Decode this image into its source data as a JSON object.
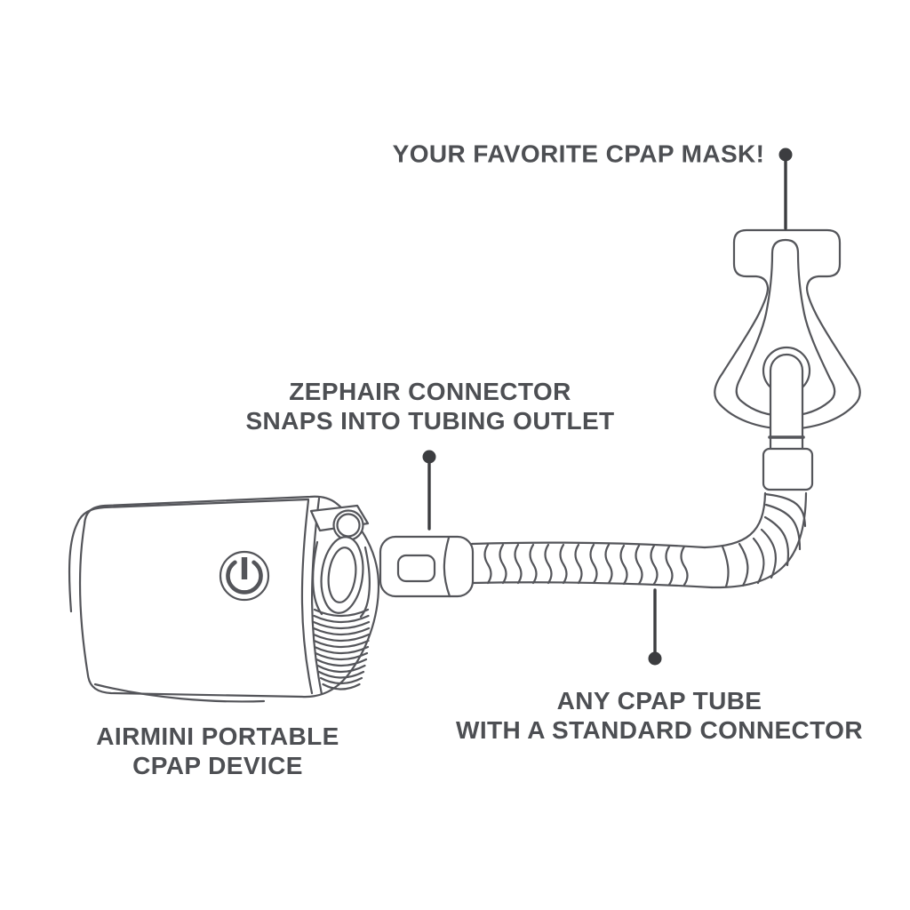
{
  "page": {
    "title": "AirMini portable CPAP setup diagram"
  },
  "colors": {
    "page_background": "#ffffff",
    "artwork_line": "#54555a",
    "label_text": "#4d4f53",
    "leader_line": "#3c3d40"
  },
  "labels": {
    "mask": {
      "text": "YOUR FAVORITE CPAP MASK!"
    },
    "connector": {
      "line1": "ZEPHAIR CONNECTOR",
      "line2": "SNAPS INTO TUBING OUTLET"
    },
    "device": {
      "line1": "AIRMINI PORTABLE",
      "line2": "CPAP DEVICE"
    },
    "tube": {
      "line1": "ANY CPAP TUBE",
      "line2": "WITH A STANDARD CONNECTOR"
    }
  },
  "icons": {
    "power_button": "power-icon"
  }
}
